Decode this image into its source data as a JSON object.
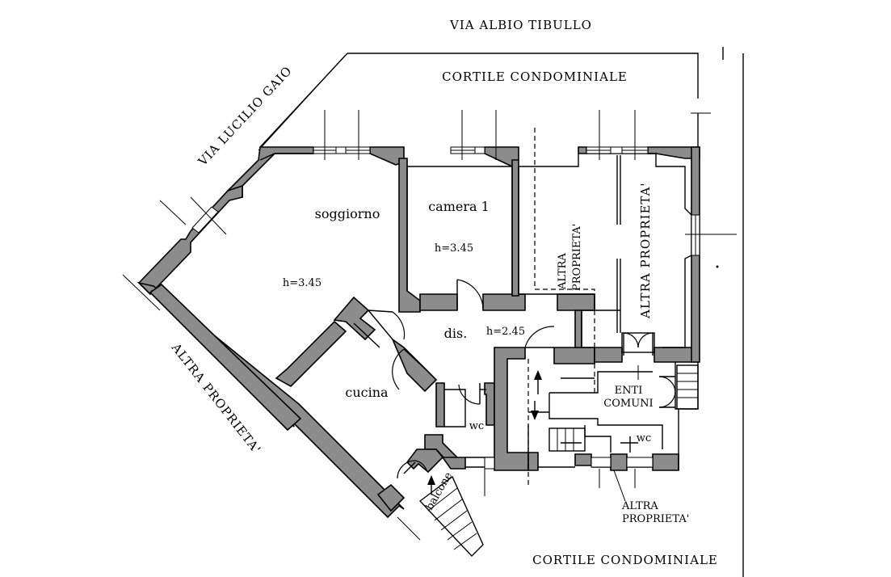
{
  "streets": {
    "top": "VIA ALBIO TIBULLO",
    "diagonal": "VIA LUCILIO GAIO"
  },
  "courtyards": {
    "top": "CORTILE CONDOMINIALE",
    "bottom": "CORTILE CONDOMINIALE"
  },
  "rooms": {
    "soggiorno": "soggiorno",
    "soggiorno_height": "h=3.45",
    "camera": "camera 1",
    "camera_height": "h=3.45",
    "disimpegno": "dis.",
    "disimpegno_height": "h=2.45",
    "cucina": "cucina",
    "wc": "wc",
    "balcone": "balcone",
    "common_line1": "ENTI",
    "common_line2": "COMUNI",
    "wc_common": "wc"
  },
  "neighbors": {
    "left_diagonal": "ALTRA PROPRIETA'",
    "center_line1": "ALTRA",
    "center_line2": "PROPRIETA'",
    "right_vertical": "ALTRA PROPRIETA'",
    "bottom_line1": "ALTRA",
    "bottom_line2": "PROPRIETA'"
  },
  "colors": {
    "wall_fill": "#8c8c8c",
    "line": "#000000",
    "background": "#ffffff"
  }
}
